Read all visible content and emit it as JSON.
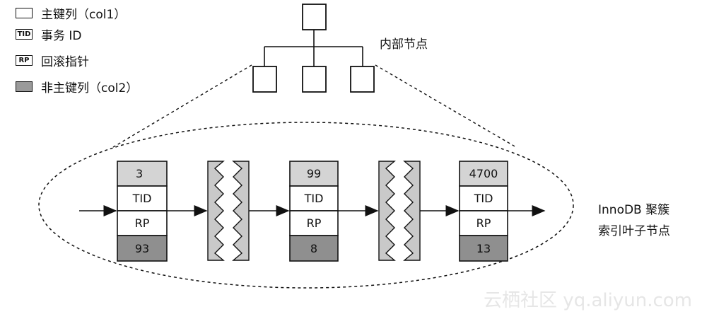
{
  "legend": [
    {
      "swatch": "",
      "label": "主键列（col1）",
      "kind": "key"
    },
    {
      "swatch": "TID",
      "label": "事务 ID",
      "kind": "tid"
    },
    {
      "swatch": "RP",
      "label": "回滚指针",
      "kind": "rp"
    },
    {
      "swatch": "",
      "label": "非主键列（col2）",
      "kind": "nonkey"
    }
  ],
  "internal_node_label": "内部节点",
  "leaf_label": {
    "line1": "InnoDB 聚簇",
    "line2": "索引叶子节点"
  },
  "leaves": [
    {
      "key": "3",
      "tid": "TID",
      "rp": "RP",
      "col2": "93"
    },
    {
      "key": "99",
      "tid": "TID",
      "rp": "RP",
      "col2": "8"
    },
    {
      "key": "4700",
      "tid": "TID",
      "rp": "RP",
      "col2": "13"
    }
  ],
  "watermark": "云栖社区 yq.aliyun.com",
  "colors": {
    "key_fill": "#d4d4d4",
    "nonkey_fill": "#8f8f8f",
    "line": "#111111"
  }
}
